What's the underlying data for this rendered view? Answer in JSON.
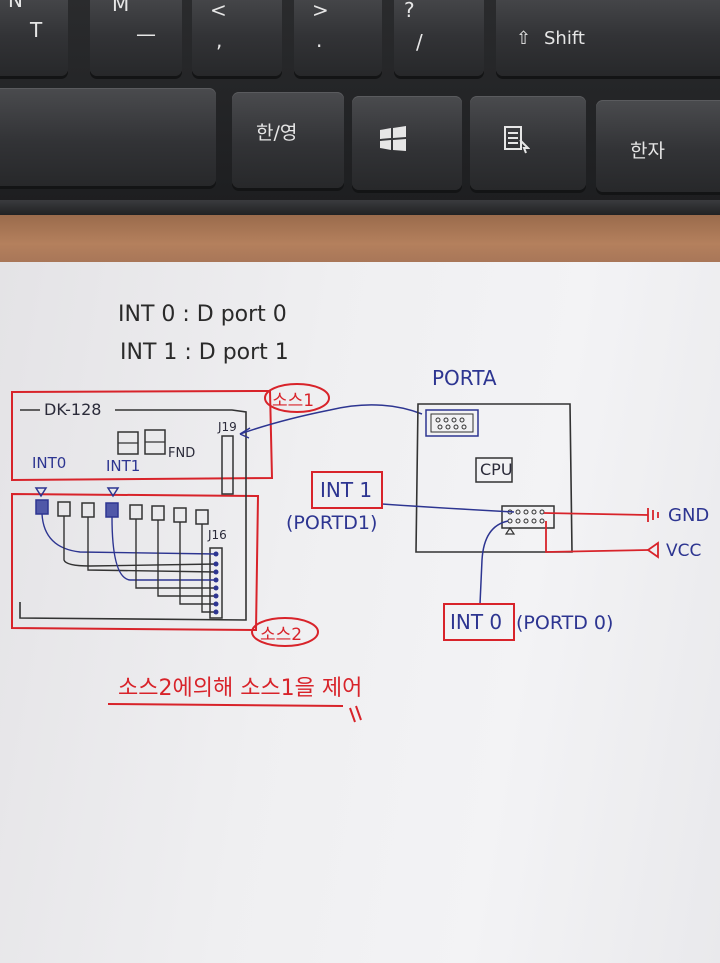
{
  "keyboard": {
    "keys_top": [
      "N",
      "T",
      "M",
      "<",
      ">",
      "?",
      "Shift"
    ],
    "keys_top_sub": [
      ",",
      ".",
      "/"
    ],
    "key_hanyeong": "한/영",
    "key_hanja": "한자"
  },
  "notes": {
    "line1": "INT 0 : D port 0",
    "line2": "INT 1 : D port 1"
  },
  "board": {
    "name": "DK-128",
    "fnd": "FND",
    "j19": "J19",
    "j16": "J16",
    "int0": "INT0",
    "int1": "INT1",
    "source1": "소스1",
    "source2": "소스2"
  },
  "porta": {
    "title": "PORTA",
    "cpu": "CPU"
  },
  "labels": {
    "int1_box": "INT 1",
    "int1_port": "(PORTD1)",
    "int0_box": "INT 0",
    "int0_port": "(PORTD 0)",
    "gnd": "GND",
    "vcc": "VCC"
  },
  "caption": "소스2에의해 소스1을 제어"
}
